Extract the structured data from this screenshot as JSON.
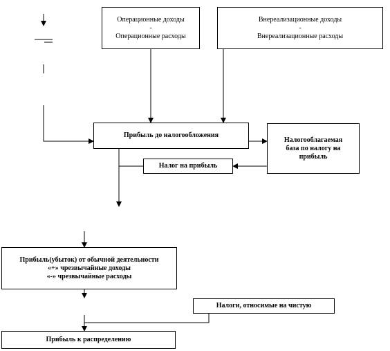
{
  "diagram": {
    "operating": {
      "line1": "Операционные доходы",
      "op": "-",
      "line2": "Операционные расходы"
    },
    "nonoperating": {
      "line1": "Внереализационные доходы",
      "op": "-",
      "line2": "Внереализационные расходы"
    },
    "profit_before_tax": "Прибыль до налогообложения",
    "tax_base": {
      "line1": "Налогооблагаемая",
      "line2": "база по налогу на",
      "line3": "прибыль"
    },
    "income_tax": "Налог на прибыль",
    "ordinary_profit": {
      "line1": "Прибыль(убыток) от обычной деятельности",
      "line2": "«+» чрезвычайные доходы",
      "line3": "«-» чрезвычайные расходы"
    },
    "taxes_net": "Налоги, относимые на чистую",
    "profit_distribution": "Прибыль к распределению"
  }
}
